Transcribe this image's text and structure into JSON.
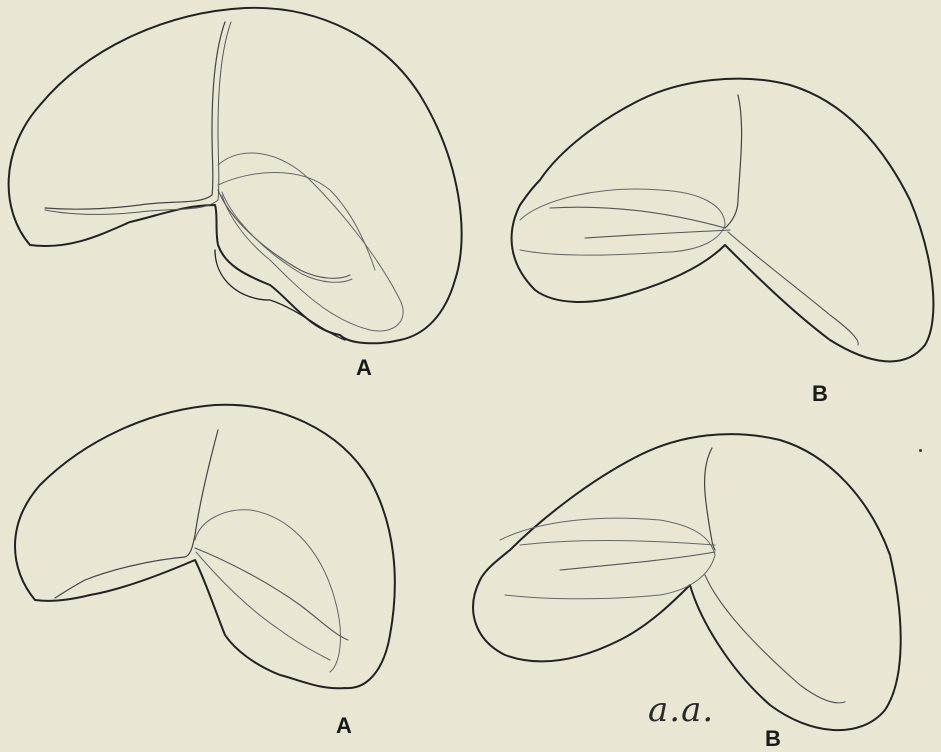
{
  "figures": [
    {
      "label": "A"
    },
    {
      "label": "B"
    },
    {
      "label": "A"
    },
    {
      "label": "B"
    }
  ],
  "signature": "a.a.",
  "colors": {
    "background": "#e9e6d3",
    "line": "#222222",
    "vessel": "#555555"
  }
}
